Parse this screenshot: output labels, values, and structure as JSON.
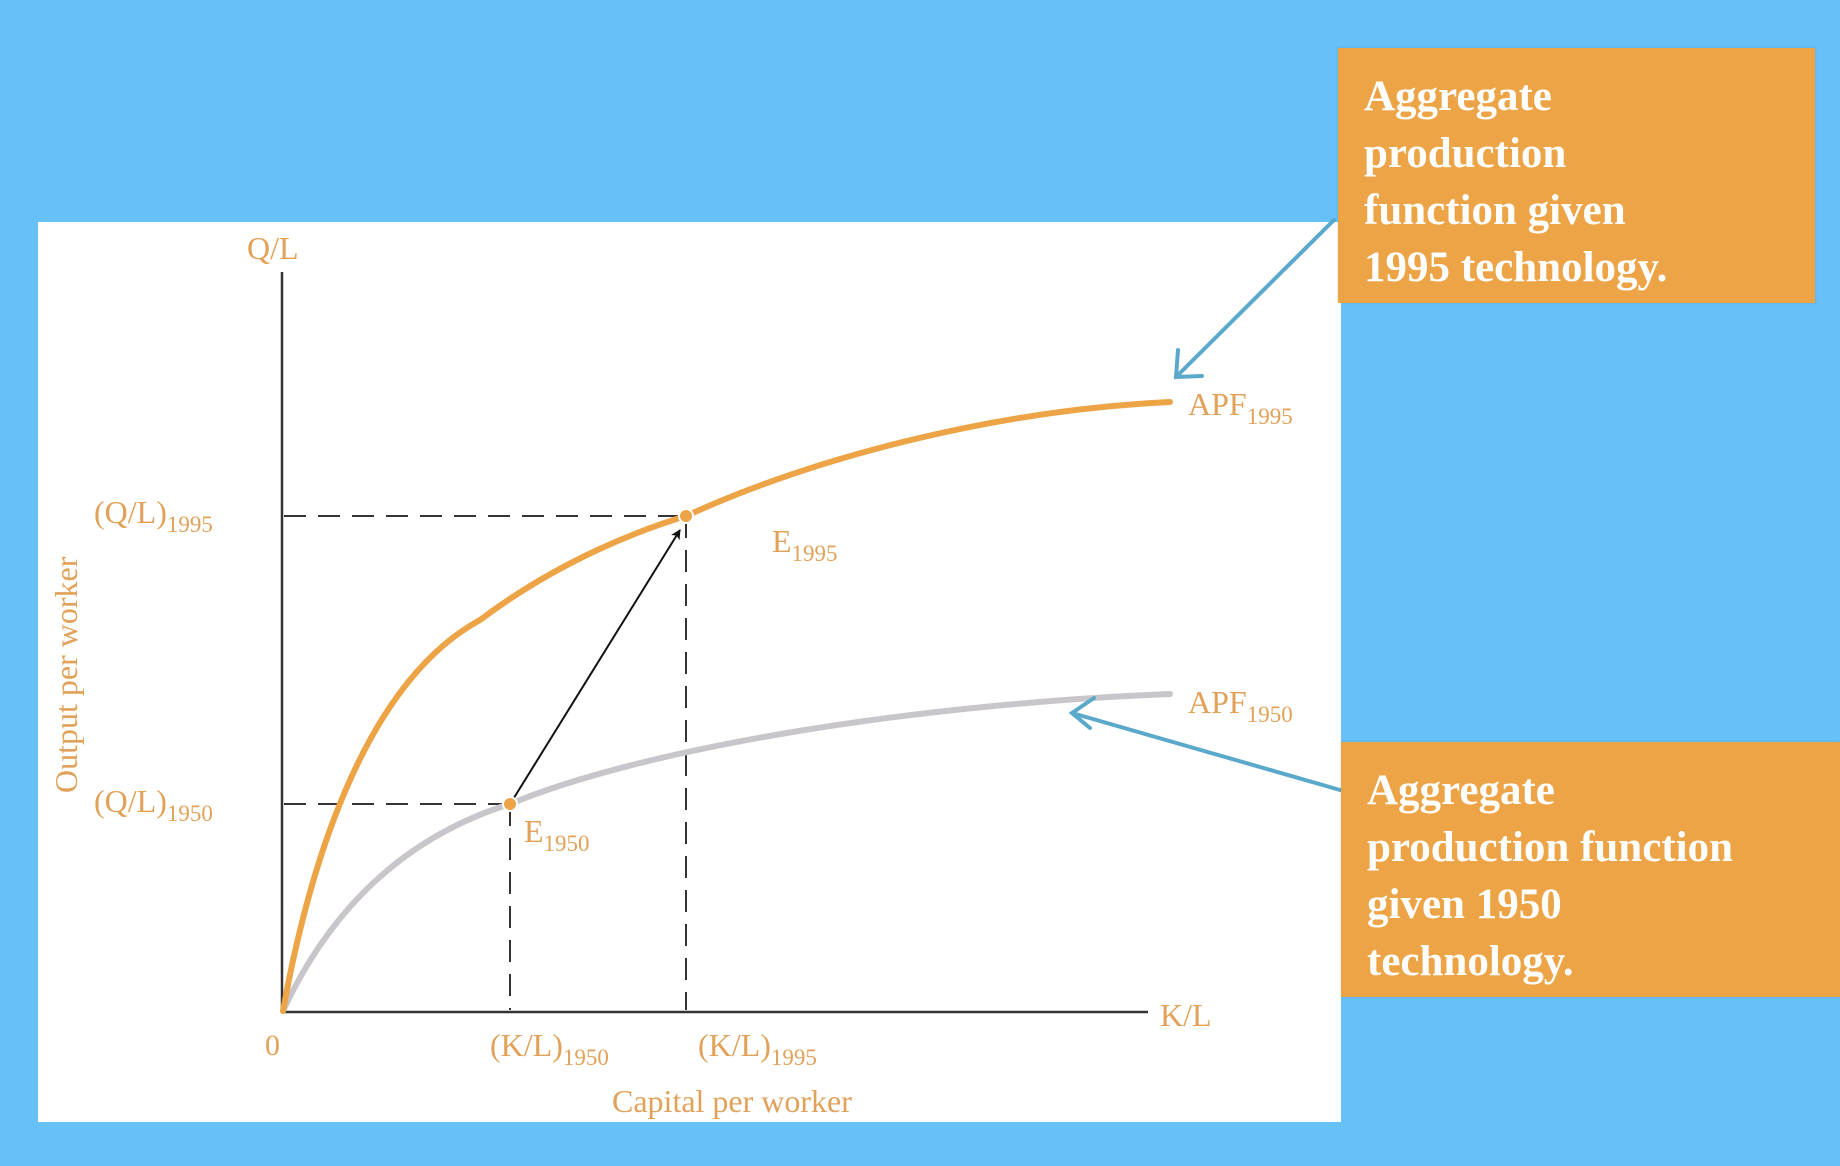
{
  "diagram": {
    "y_axis_title": "Q/L",
    "x_axis_title": "K/L",
    "origin_label": "0",
    "y_axis_description": "Output per worker",
    "x_axis_description": "Capital per worker",
    "y_tick_1950": {
      "base": "(Q/L)",
      "sub": "1950"
    },
    "y_tick_1995": {
      "base": "(Q/L)",
      "sub": "1995"
    },
    "x_tick_1950": {
      "base": "(K/L)",
      "sub": "1950"
    },
    "x_tick_1995": {
      "base": "(K/L)",
      "sub": "1995"
    },
    "curve_1995_label": {
      "base": "APF",
      "sub": "1995"
    },
    "curve_1950_label": {
      "base": "APF",
      "sub": "1950"
    },
    "point_1950_label": {
      "base": "E",
      "sub": "1950"
    },
    "point_1995_label": {
      "base": "E",
      "sub": "1995"
    }
  },
  "callouts": {
    "apf_1995": [
      "Aggregate",
      "production",
      "function given",
      "1995 technology."
    ],
    "apf_1950": [
      "Aggregate",
      "production function",
      "given 1950",
      "technology."
    ]
  },
  "colors": {
    "background": "#65c1f7",
    "panel": "#ffffff",
    "accent_orange": "#eda446",
    "label_orange": "#e2a158",
    "curve_gray": "#c8c6cb",
    "arrow_blue": "#5aa9cb",
    "axis": "#333333"
  }
}
